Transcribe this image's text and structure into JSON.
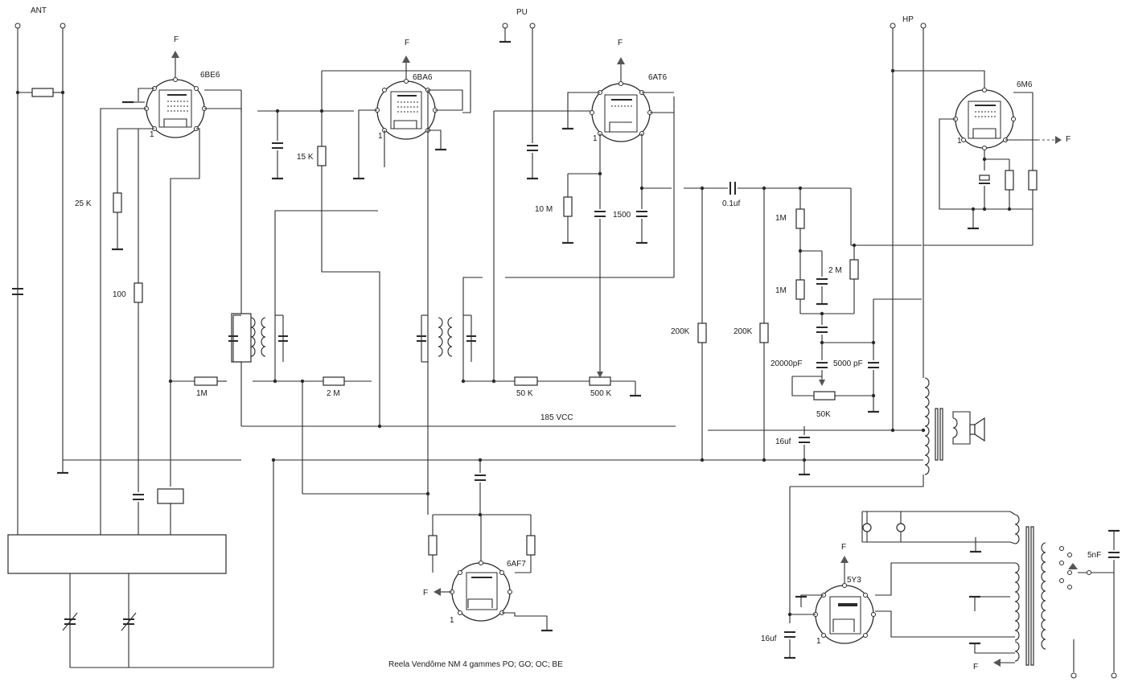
{
  "caption": "Reela Vendôme NM 4 gammes PO; GO; OC; BE",
  "terminals": {
    "antenna": "ANT",
    "pickup": "PU",
    "speaker": "HP"
  },
  "supply_label": "185 VCC",
  "filament_label": "F",
  "pin_one": "1",
  "tubes": {
    "t1": "6BE6",
    "t2": "6BA6",
    "t3": "6AT6",
    "t4": "6M6",
    "t5": "6AF7",
    "t6": "5Y3"
  },
  "components": {
    "r_25k": "25 K",
    "r_100": "100",
    "r_15k": "15 K",
    "r_1m": "1M",
    "r_2m": "2 M",
    "r_10m": "10 M",
    "c_1500": "1500",
    "r_50k": "50 K",
    "pot_500k": "500 K",
    "c_01uf": "0.1uf",
    "r_200k_a": "200K",
    "r_200k_b": "200K",
    "r_1m_a": "1M",
    "r_1m_b": "1M",
    "r_2m_b": "2 M",
    "c_20000pf": "20000pF",
    "c_5000pf": "5000 pF",
    "pot_50k": "50K",
    "c_16uf_a": "16uf",
    "c_16uf_b": "16uf",
    "c_5nf": "5nF"
  }
}
